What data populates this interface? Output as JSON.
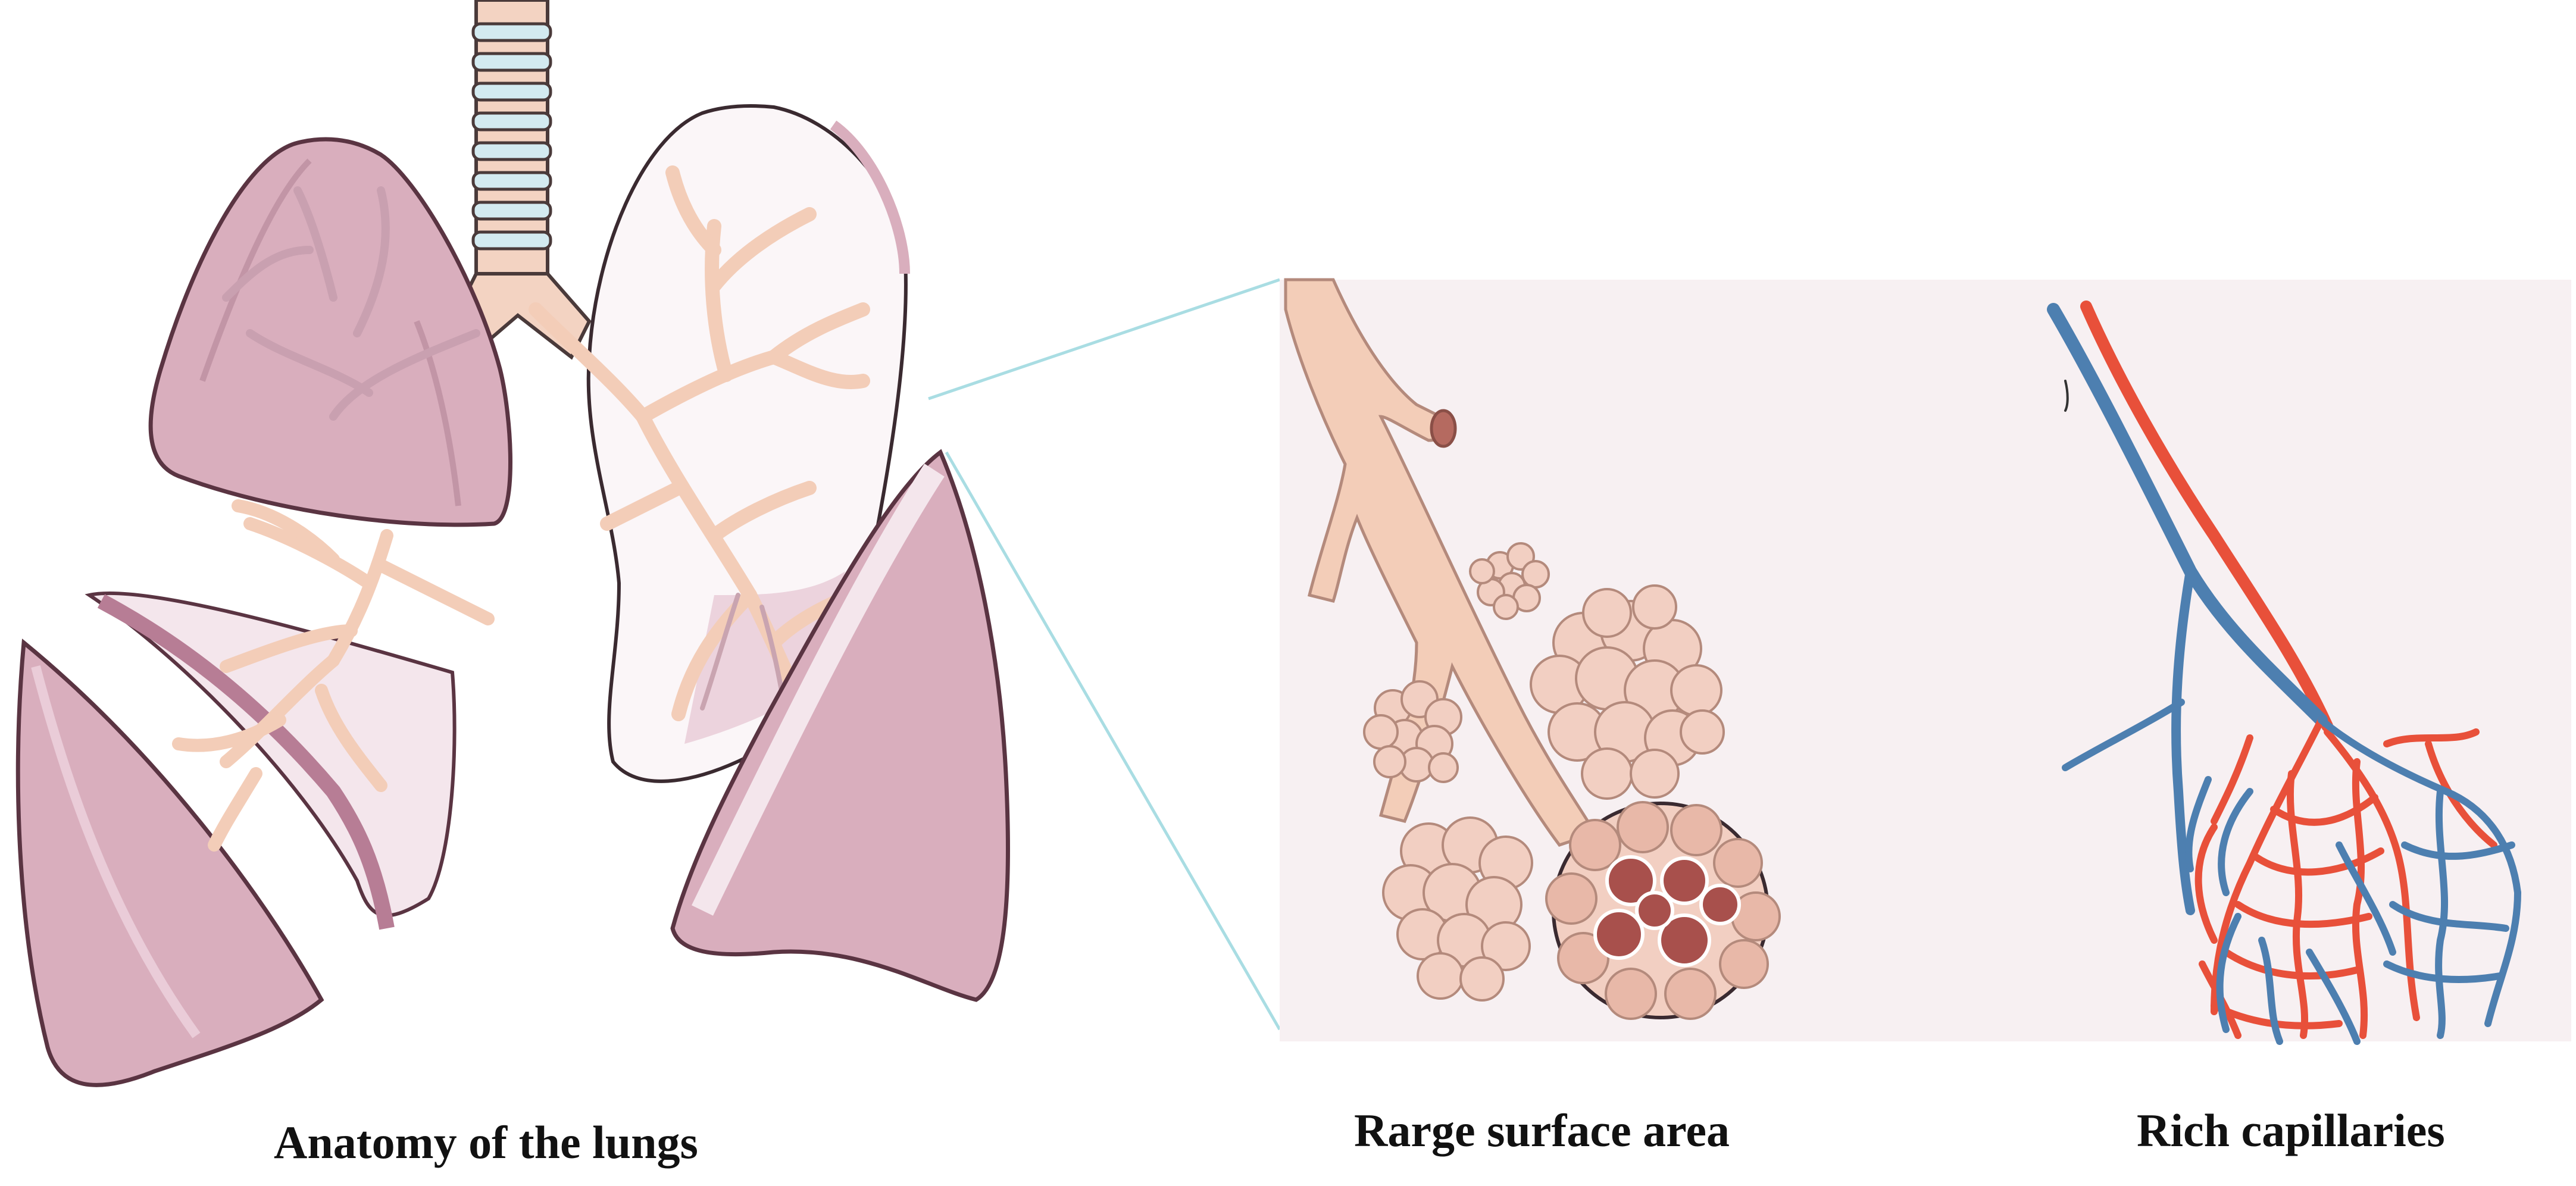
{
  "captions": {
    "anatomy": "Anatomy of the lungs",
    "surface": "Rarge surface area",
    "capillaries": "Rich capillaries"
  },
  "colors": {
    "lung_fill": "#d9aebd",
    "lung_edge": "#5a3442",
    "lung_light": "#f4e6ec",
    "bronchi": "#f3cdb8",
    "trachea_ring": "#cfe6ec",
    "panel_bg": "#f7f0f2",
    "alveoli": "#f0c7b6",
    "alveoli_inner": "#9c4d4a",
    "artery": "#e8503a",
    "vein": "#4d7fb0",
    "zoom_line": "#a9dde3"
  }
}
